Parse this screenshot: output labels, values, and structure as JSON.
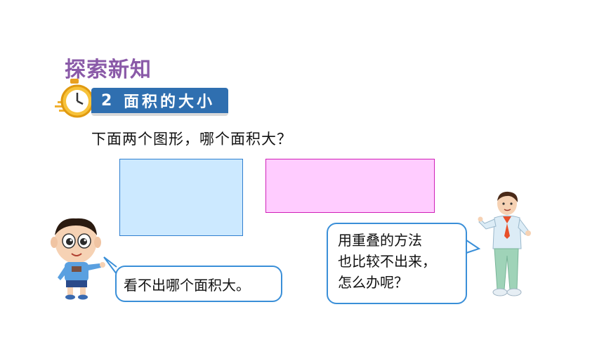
{
  "header": {
    "section_title": "探索新知"
  },
  "banner": {
    "number": "2",
    "title": "面积的大小"
  },
  "question": "下面两个图形，哪个面积大？",
  "shapes": [
    {
      "name": "blue-rectangle",
      "fill": "#cce9ff",
      "stroke": "#2f7fd0"
    },
    {
      "name": "pink-rectangle",
      "fill": "#ffccff",
      "stroke": "#d020b8"
    }
  ],
  "bubbles": {
    "left": "看不出哪个面积大。",
    "right_lines": [
      "用重叠的方法",
      "也比较不出来，",
      "怎么办呢？"
    ]
  },
  "colors": {
    "title": "#8a5aa8",
    "banner": "#2f6fb0",
    "bubble_border": "#3a8fd8"
  },
  "icons": [
    "stopwatch-icon",
    "boy-character",
    "student-character"
  ]
}
